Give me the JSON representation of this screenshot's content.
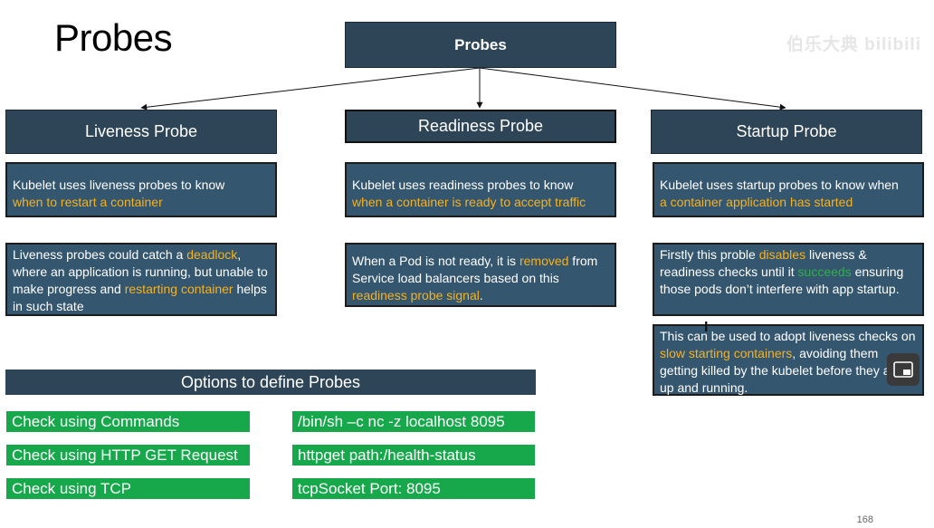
{
  "slide_title": "Probes",
  "watermark": "伯乐大典 bilibili",
  "top_box": "Probes",
  "columns": {
    "liveness": {
      "title": "Liveness Probe",
      "desc_a": "Kubelet uses liveness probes to know",
      "desc_b": "when to restart a container",
      "detail": {
        "t1": "Liveness probes could catch a ",
        "h1": "deadlock",
        "t2": ", where an application is running, but unable to make progress and ",
        "h2": "restarting container",
        "t3": " helps in such state"
      }
    },
    "readiness": {
      "title": "Readiness Probe",
      "desc_a": "Kubelet uses readiness probes to know",
      "desc_b": "when a container is ready to accept traffic",
      "detail": {
        "t1": "When a Pod is not ready, it is ",
        "h1": "removed",
        "t2": " from Service load balancers based on this ",
        "h2": "readiness probe signal",
        "t3": "."
      }
    },
    "startup": {
      "title": "Startup Probe",
      "desc_a": "Kubelet uses startup probes to know when",
      "desc_b": "a container application has started",
      "detail": {
        "t1": "Firstly this proble ",
        "h1": "disables",
        "t2": " liveness & readiness checks until it ",
        "g1": "succeeds",
        "t3": " ensuring those pods don’t interfere with app startup."
      },
      "extra": {
        "t1": "This can be used to adopt liveness checks on ",
        "h1": "slow starting containers",
        "t2": ", avoiding them getting killed by the kubelet before they are up and running."
      }
    }
  },
  "options": {
    "header": "Options to define Probes",
    "rows": [
      {
        "method": "Check using Commands",
        "example": "/bin/sh –c nc -z localhost 8095"
      },
      {
        "method": "Check using HTTP GET Request",
        "example": "httpget path:/health-status"
      },
      {
        "method": "Check using TCP",
        "example": "tcpSocket Port: 8095"
      }
    ]
  },
  "page_number": "168",
  "colors": {
    "box_dark": "#2e4557",
    "box_blue": "#34566f",
    "highlight": "#f5b21f",
    "success_green": "#2fae4a",
    "option_green": "#16a84a"
  },
  "icons": [
    "mouse-cursor-icon",
    "picture-in-picture-icon"
  ]
}
